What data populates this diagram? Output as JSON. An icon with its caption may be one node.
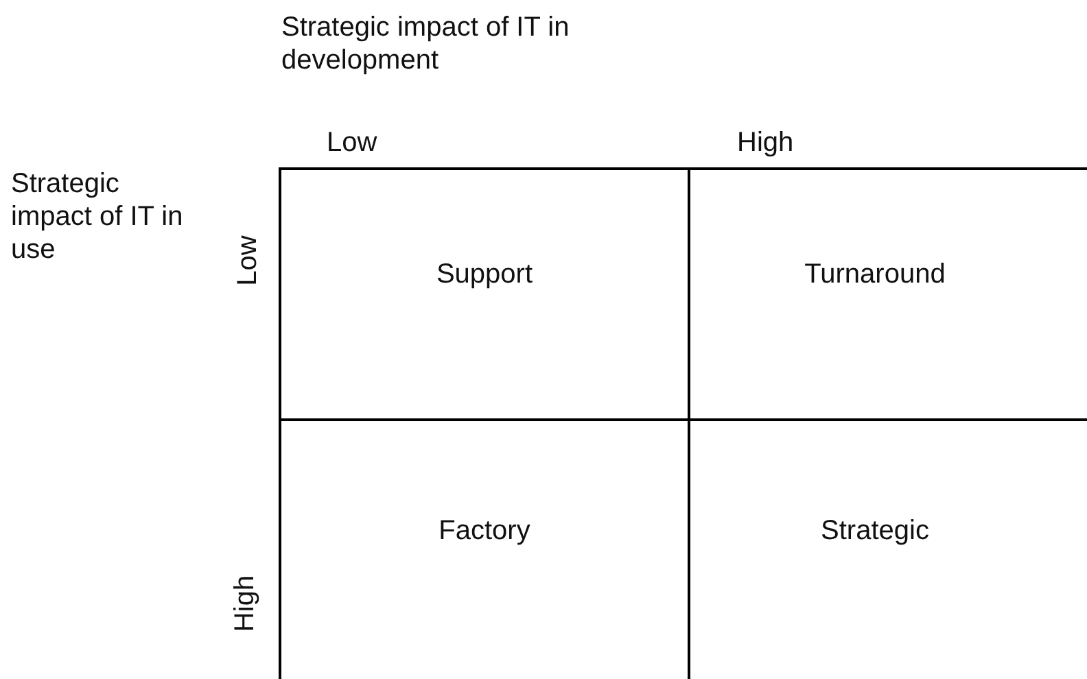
{
  "diagram": {
    "nodes": [
      {
        "text": [
          "Support"
        ]
      },
      {
        "text": [
          "Turnaround"
        ]
      },
      {
        "text": [
          "Factory"
        ]
      },
      {
        "text": [
          "Strategic"
        ]
      }
    ],
    "labels": [
      "Strategic impact of IT in development",
      "Low",
      "High",
      "Strategic impact of IT in use",
      "Low",
      "High"
    ]
  }
}
